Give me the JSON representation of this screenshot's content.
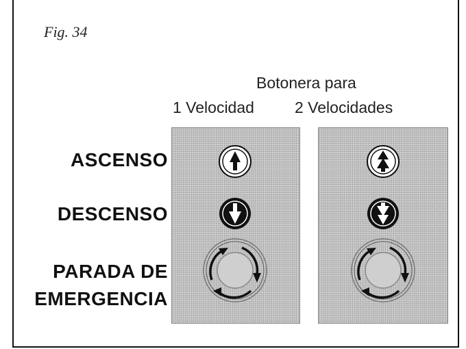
{
  "figure_label": "Fig. 34",
  "heading": "Botonera para",
  "columns": [
    "1 Velocidad",
    "2 Velocidades"
  ],
  "rows": {
    "ascenso": "ASCENSO",
    "descenso": "DESCENSO",
    "parada_line1": "PARADA DE",
    "parada_line2": "EMERGENCIA"
  },
  "panels": [
    {
      "id": "1-velocidad",
      "up_icon": "single-arrow-up-icon",
      "down_icon": "single-arrow-down-icon",
      "stop_icon": "emergency-stop-icon"
    },
    {
      "id": "2-velocidades",
      "up_icon": "double-arrow-up-icon",
      "down_icon": "double-arrow-down-icon",
      "stop_icon": "emergency-stop-icon"
    }
  ],
  "colors": {
    "panel": "#c6c6c6",
    "ink": "#111111",
    "button_face": "#ffffff"
  }
}
